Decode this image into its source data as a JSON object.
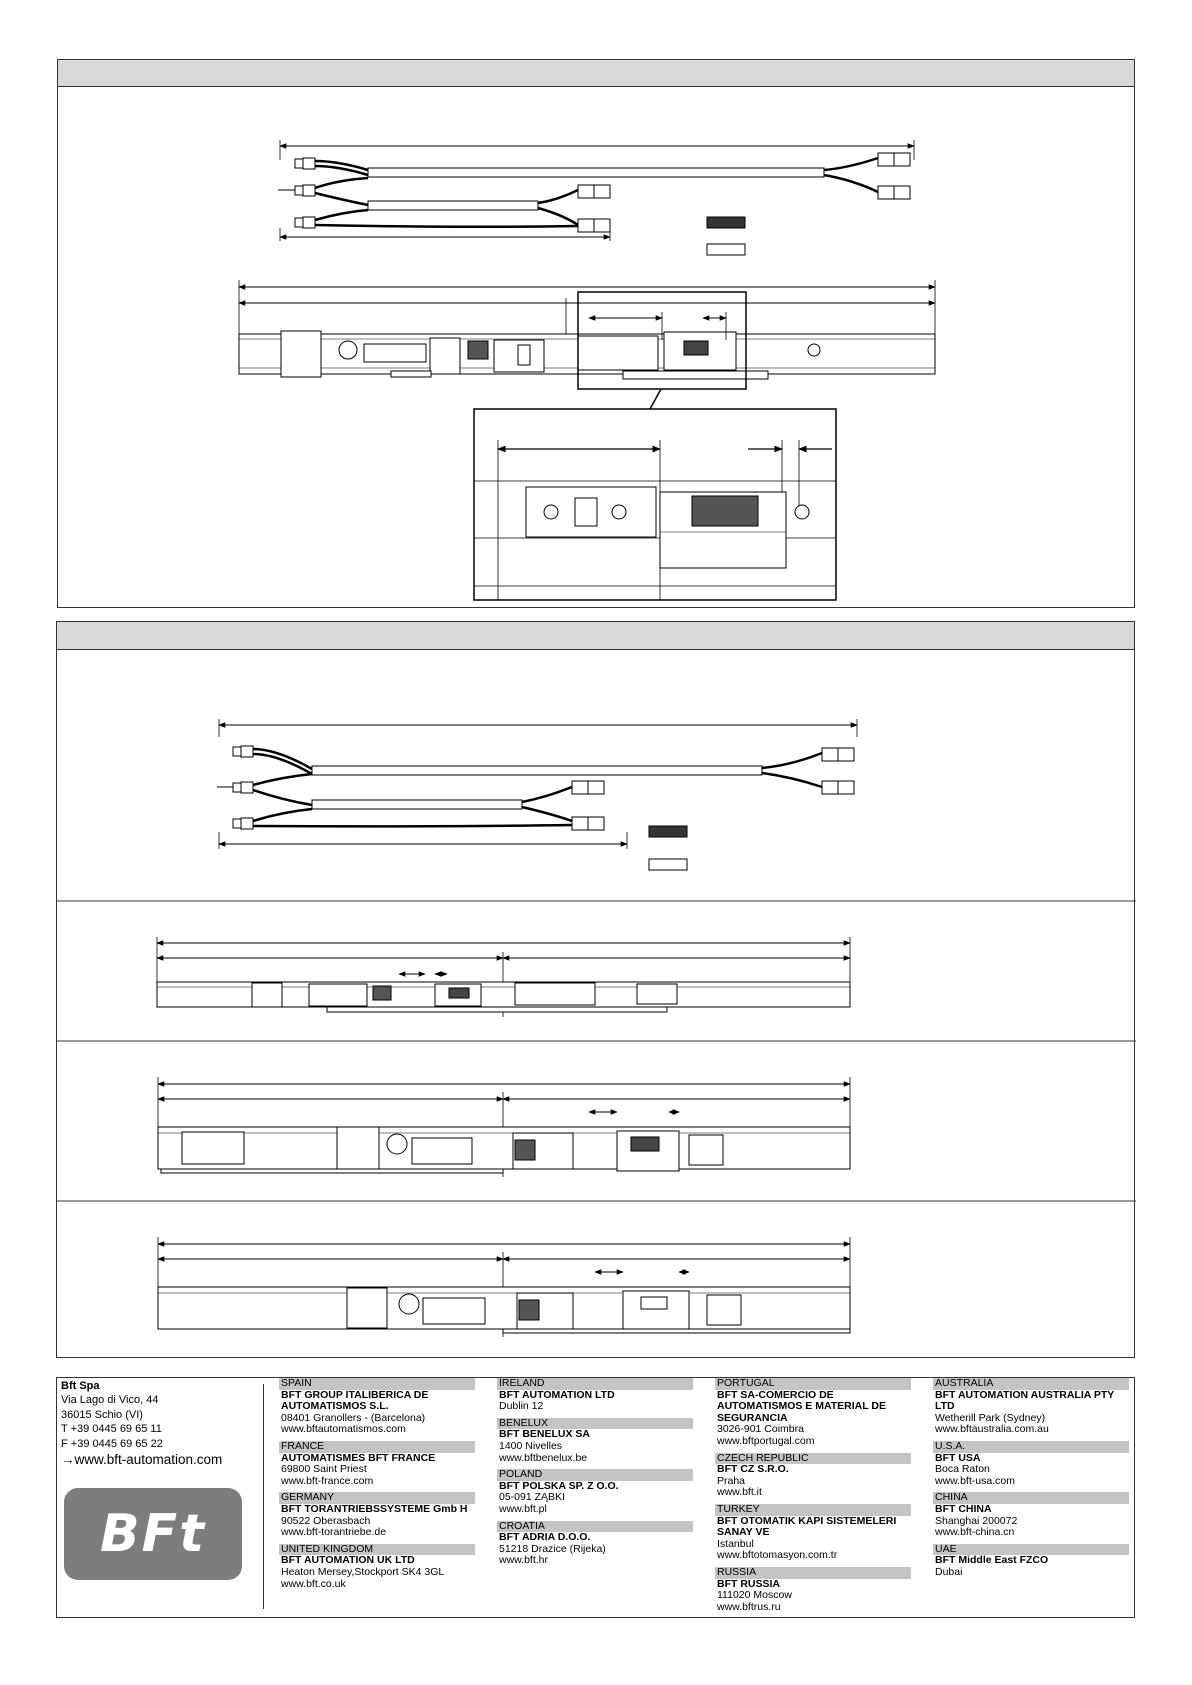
{
  "panels": [
    {
      "id": "A",
      "cable_mode": "triple"
    },
    {
      "id": "B",
      "cable_mode": "triple"
    }
  ],
  "headquarters": {
    "name": "Bft Spa",
    "address1": "Via Lago di Vico, 44",
    "address2": "36015 Schio (VI)",
    "phone": "T +39 0445 69 65 11",
    "fax": "F +39 0445 69 65 22",
    "website": "→www.bft-automation.com",
    "logo_text": "BFt"
  },
  "offices": [
    [
      {
        "country": "SPAIN",
        "company": "BFT GROUP ITALIBERICA DE AUTOMATISMOS S.L.",
        "lines": [
          "08401 Granollers - (Barcelona)",
          "www.bftautomatismos.com"
        ]
      },
      {
        "country": "FRANCE",
        "company": "AUTOMATISMES BFT FRANCE",
        "lines": [
          "69800 Saint Priest",
          "www.bft-france.com"
        ]
      },
      {
        "country": "GERMANY",
        "company": "BFT TORANTRIEBSSYSTEME Gmb H",
        "lines": [
          "90522 Oberasbach",
          "www.bft-torantriebe.de"
        ]
      },
      {
        "country": "UNITED KINGDOM",
        "company": "BFT AUTOMATION UK LTD",
        "lines": [
          "Heaton Mersey,Stockport SK4 3GL",
          "www.bft.co.uk"
        ]
      }
    ],
    [
      {
        "country": "IRELAND",
        "company": "BFT AUTOMATION LTD",
        "lines": [
          "Dublin 12"
        ]
      },
      {
        "country": "BENELUX",
        "company": "BFT BENELUX SA",
        "lines": [
          "1400 Nivelles",
          "www.bftbenelux.be"
        ]
      },
      {
        "country": "POLAND",
        "company": "BFT POLSKA SP. Z O.O.",
        "lines": [
          "05-091 ZĄBKI",
          "www.bft.pl"
        ]
      },
      {
        "country": "CROATIA",
        "company": "BFT ADRIA D.O.O.",
        "lines": [
          "51218 Drazice (Rijeka)",
          "www.bft.hr"
        ]
      }
    ],
    [
      {
        "country": "PORTUGAL",
        "company": "BFT SA-COMERCIO DE AUTOMATISMOS E MATERIAL DE SEGURANCIA",
        "lines": [
          "3026-901 Coimbra",
          "www.bftportugal.com"
        ]
      },
      {
        "country": "CZECH REPUBLIC",
        "company": "BFT CZ S.R.O.",
        "lines": [
          "Praha",
          "www.bft.it"
        ]
      },
      {
        "country": "TURKEY",
        "company": "BFT OTOMATIK KAPI SISTEMELERI SANAY VE",
        "lines": [
          "Istanbul",
          "www.bftotomasyon.com.tr"
        ]
      },
      {
        "country": "RUSSIA",
        "company": "BFT RUSSIA",
        "lines": [
          "111020 Moscow",
          "www.bftrus.ru"
        ]
      }
    ],
    [
      {
        "country": "AUSTRALIA",
        "company": "BFT AUTOMATION AUSTRALIA PTY LTD",
        "lines": [
          "Wetherill Park (Sydney)",
          "www.bftaustralia.com.au"
        ]
      },
      {
        "country": "U.S.A.",
        "company": "BFT USA",
        "lines": [
          "Boca Raton",
          "www.bft-usa.com"
        ]
      },
      {
        "country": "CHINA",
        "company": "BFT CHINA",
        "lines": [
          "Shanghai 200072",
          "www.bft-china.cn"
        ]
      },
      {
        "country": "UAE",
        "company": "BFT Middle East FZCO",
        "lines": [
          "Dubai"
        ]
      }
    ]
  ]
}
